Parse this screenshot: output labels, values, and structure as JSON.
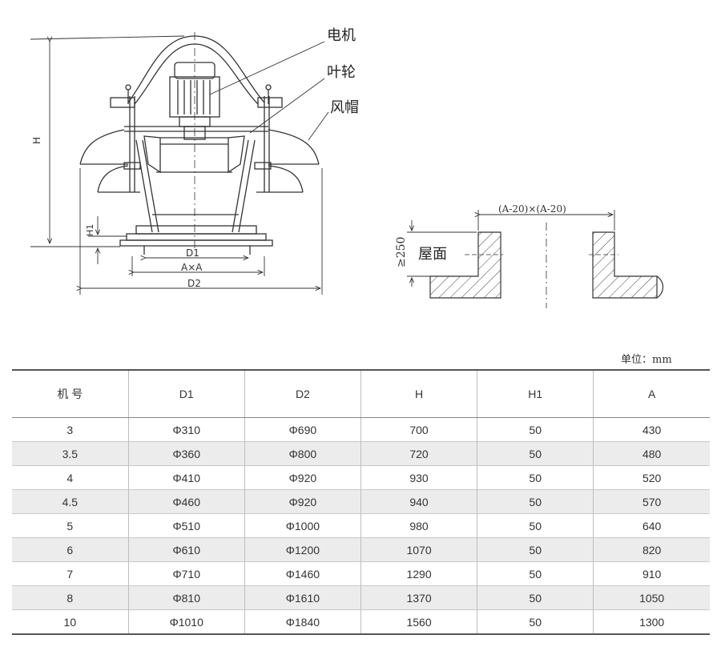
{
  "diagram": {
    "labels": {
      "motor": "电机",
      "impeller": "叶轮",
      "hood": "风帽"
    },
    "dims": {
      "H": "H",
      "H1": "H1",
      "D1": "D1",
      "AxA": "A×A",
      "D2": "D2"
    },
    "roof": {
      "opening": "(A-20)×(A-20)",
      "height": "≥250",
      "roof_label": "屋面"
    }
  },
  "unit": "单位：mm",
  "table": {
    "headers": [
      "机 号",
      "D1",
      "D2",
      "H",
      "H1",
      "A"
    ],
    "rows": [
      [
        "3",
        "Φ310",
        "Φ690",
        "700",
        "50",
        "430"
      ],
      [
        "3.5",
        "Φ360",
        "Φ800",
        "720",
        "50",
        "480"
      ],
      [
        "4",
        "Φ410",
        "Φ920",
        "930",
        "50",
        "520"
      ],
      [
        "4.5",
        "Φ460",
        "Φ920",
        "940",
        "50",
        "570"
      ],
      [
        "5",
        "Φ510",
        "Φ1000",
        "980",
        "50",
        "640"
      ],
      [
        "6",
        "Φ610",
        "Φ1200",
        "1070",
        "50",
        "820"
      ],
      [
        "7",
        "Φ710",
        "Φ1460",
        "1290",
        "50",
        "910"
      ],
      [
        "8",
        "Φ810",
        "Φ1610",
        "1370",
        "50",
        "1050"
      ],
      [
        "10",
        "Φ1010",
        "Φ1840",
        "1560",
        "50",
        "1300"
      ]
    ]
  }
}
